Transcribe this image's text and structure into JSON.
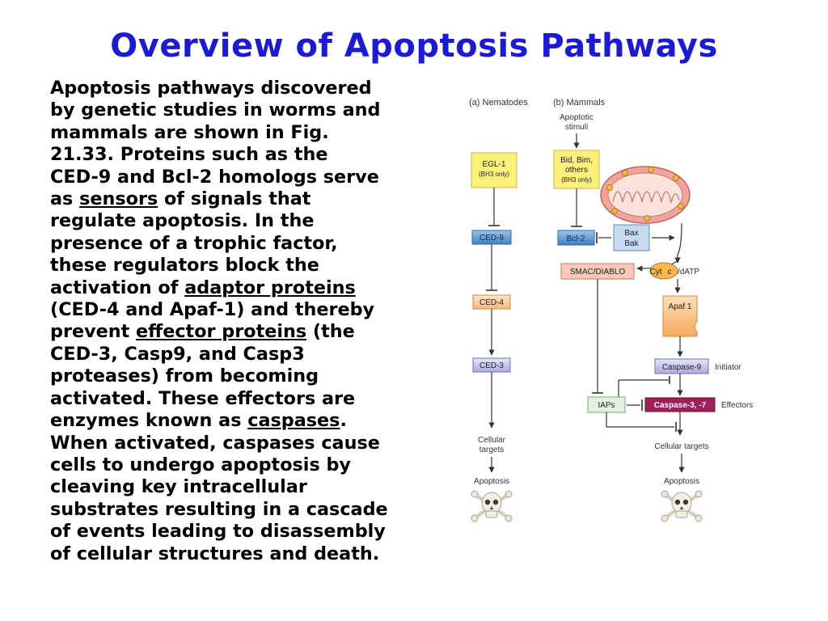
{
  "title": "Overview of Apoptosis Pathways",
  "body": {
    "lines": [
      [
        "Apoptosis pathways discovered"
      ],
      [
        "by genetic studies in worms and"
      ],
      [
        "mammals are shown in Fig."
      ],
      [
        "21.33. Proteins such as the"
      ],
      [
        "CED-9 and Bcl-2 homologs serve"
      ],
      [
        "as ",
        "sensors",
        " of signals that"
      ],
      [
        "regulate apoptosis. In the"
      ],
      [
        "presence of a trophic factor,"
      ],
      [
        "these regulators block the"
      ],
      [
        "activation of ",
        "adaptor proteins"
      ],
      [
        "(CED-4 and Apaf-1) and thereby"
      ],
      [
        "prevent ",
        "effector proteins",
        " (the"
      ],
      [
        "CED-3, Casp9, and Casp3"
      ],
      [
        "proteases) from becoming"
      ],
      [
        "activated. These effectors are"
      ],
      [
        "enzymes known as ",
        "caspases",
        "."
      ],
      [
        "When activated, caspases cause"
      ],
      [
        "cells to undergo apoptosis by"
      ],
      [
        "cleaving key intracellular"
      ],
      [
        "substrates resulting in a cascade"
      ],
      [
        "of events leading to disassembly"
      ],
      [
        "of cellular structures and death."
      ]
    ],
    "underlined_terms": [
      "sensors",
      "adaptor proteins",
      "effector proteins",
      "caspases"
    ]
  },
  "diagram": {
    "panel_a_label": "(a)  Nematodes",
    "panel_b_label": "(b)  Mammals",
    "nematodes": {
      "egl1": "EGL-1",
      "egl1_sub": "(BH3 only)",
      "ced9": "CED-9",
      "ced4": "CED-4",
      "ced3": "CED-3",
      "targets_1": "Cellular",
      "targets_2": "targets",
      "apoptosis": "Apoptosis"
    },
    "mammals": {
      "stimuli_1": "Apoptotic",
      "stimuli_2": "stimuli",
      "bid_1": "Bid, Bim,",
      "bid_2": "others",
      "bid_sub": "(BH3 only)",
      "bcl2": "Bcl-2",
      "bax": "Bax",
      "bak": "Bak",
      "smac": "SMAC/DIABLO",
      "cyt": "Cyt ",
      "cyt_c": "c",
      "datp": "/dATP",
      "apaf1": "Apaf 1",
      "casp9": "Caspase-9",
      "initiator": "Initiator",
      "iaps": "IAPs",
      "casp37": "Caspase-3, -7",
      "effectors": "Effectors",
      "targets": "Cellular targets",
      "apoptosis": "Apoptosis"
    },
    "colors": {
      "bh3_box": "#fbf07a",
      "blue_box": "#5b9bd5",
      "orange_box": "#fbd3a8",
      "lavender_box": "#c9c9ef",
      "pink_box": "#f7c9b6",
      "green_box": "#e2f1df",
      "effector_box": "#9e1f5a",
      "mito": "#f3a39a",
      "cyt_c": "#f8b64c"
    }
  }
}
